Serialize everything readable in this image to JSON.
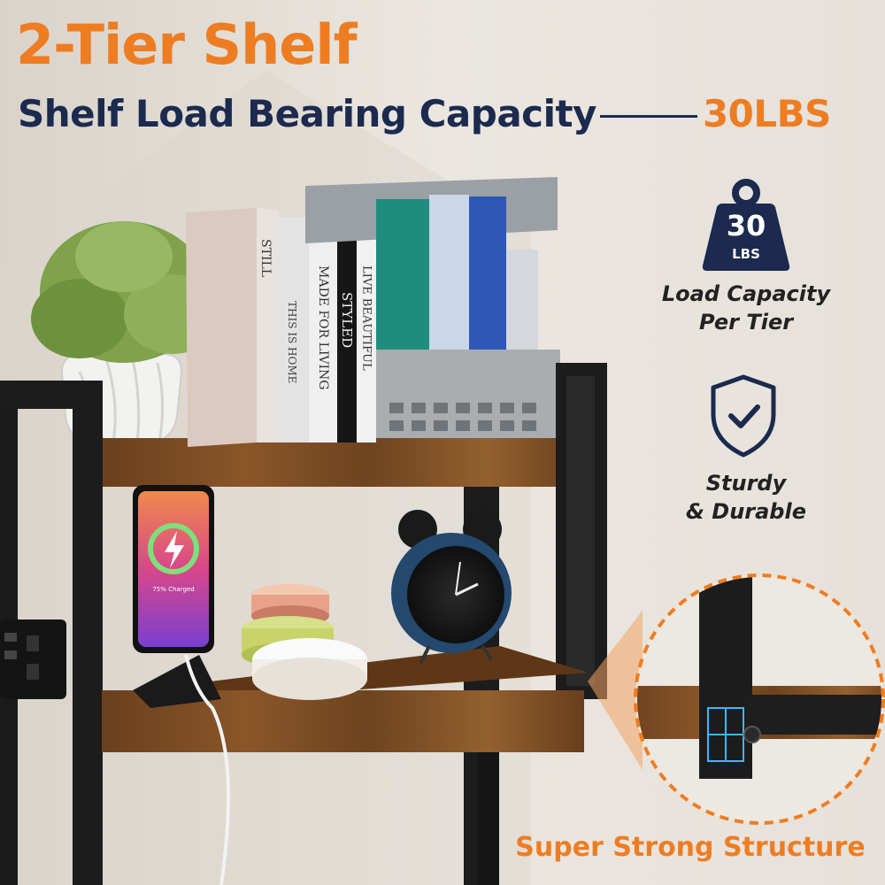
{
  "header": {
    "title": "2-Tier Shelf",
    "subtitle": "Shelf Load Bearing Capacity",
    "capacity_value": "30LBS"
  },
  "weight_badge": {
    "number": "30",
    "unit": "LBS"
  },
  "features": [
    {
      "line1": "Load Capacity",
      "line2": "Per Tier",
      "icon": "weight-icon"
    },
    {
      "line1": "Sturdy",
      "line2": "& Durable",
      "icon": "shield-check-icon"
    }
  ],
  "detail_caption": "Super Strong Structure",
  "book_spines": {
    "still": "STILL",
    "this_is_home": "THIS IS HOME",
    "made_for_living": "MADE FOR LIVING",
    "styled": "STYLED",
    "live_beautiful": "LIVE BEAUTIFUL"
  },
  "phone": {
    "status": "75% Charged"
  },
  "colors": {
    "accent": "#ee7d22",
    "navy": "#1b2a4e",
    "wall": "#e9e4dc",
    "wood": "#7a4a22",
    "frame": "#1c1c1c"
  }
}
